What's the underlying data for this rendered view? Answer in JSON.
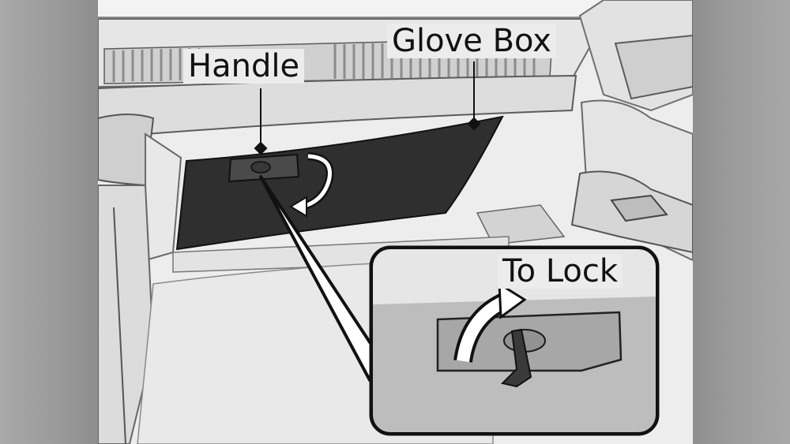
{
  "labels": {
    "glove_box": "Glove Box",
    "handle": "Handle",
    "to_lock": "To Lock"
  }
}
